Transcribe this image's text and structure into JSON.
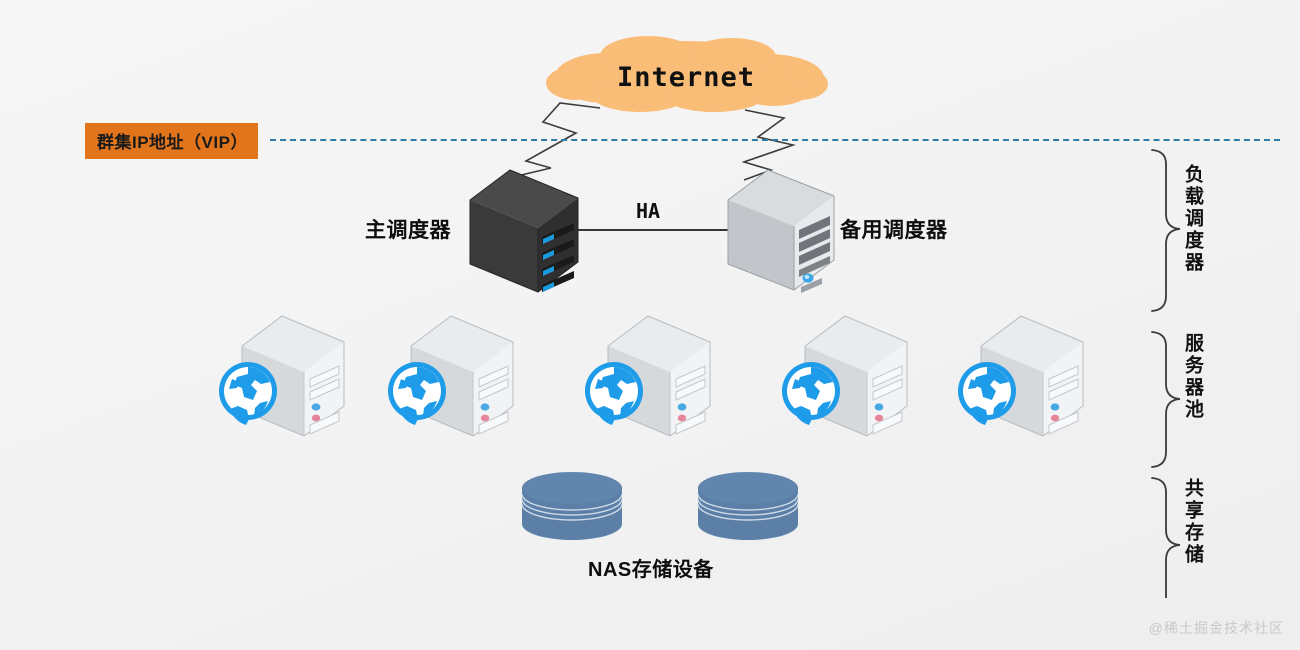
{
  "diagram": {
    "title_text": "Internet",
    "vip_label": "群集IP地址（VIP）",
    "ha_label": "HA",
    "master_scheduler_label": "主调度器",
    "backup_scheduler_label": "备用调度器",
    "nas_label": "NAS存储设备",
    "watermark": "@稀土掘金技术社区",
    "tiers": [
      {
        "name": "load-balancer-tier",
        "label": "负载调度器"
      },
      {
        "name": "server-pool-tier",
        "label": "服务器池"
      },
      {
        "name": "shared-storage-tier",
        "label": "共享存储"
      }
    ],
    "pool_servers": [
      {
        "id": "web-server-1"
      },
      {
        "id": "web-server-2"
      },
      {
        "id": "web-server-3"
      },
      {
        "id": "web-server-4"
      },
      {
        "id": "web-server-5"
      }
    ],
    "storage_nodes": [
      {
        "id": "nas-node-1"
      },
      {
        "id": "nas-node-2"
      }
    ],
    "colors": {
      "background": "#f4f4f4",
      "cloud": "#f9bd78",
      "vip_box": "#e2741c",
      "vip_line": "#2e7ca8",
      "master_server_dark": "#3b3b3b",
      "master_led_blue": "#1b9ae0",
      "backup_server_light": "#c6cace",
      "pool_server_light": "#dfe2e5",
      "globe_blue": "#1e9cea",
      "nas_blue": "#5b7fa6",
      "brace": "#3a3a3a",
      "text": "#111111",
      "watermark": "#c9c9c9"
    }
  }
}
